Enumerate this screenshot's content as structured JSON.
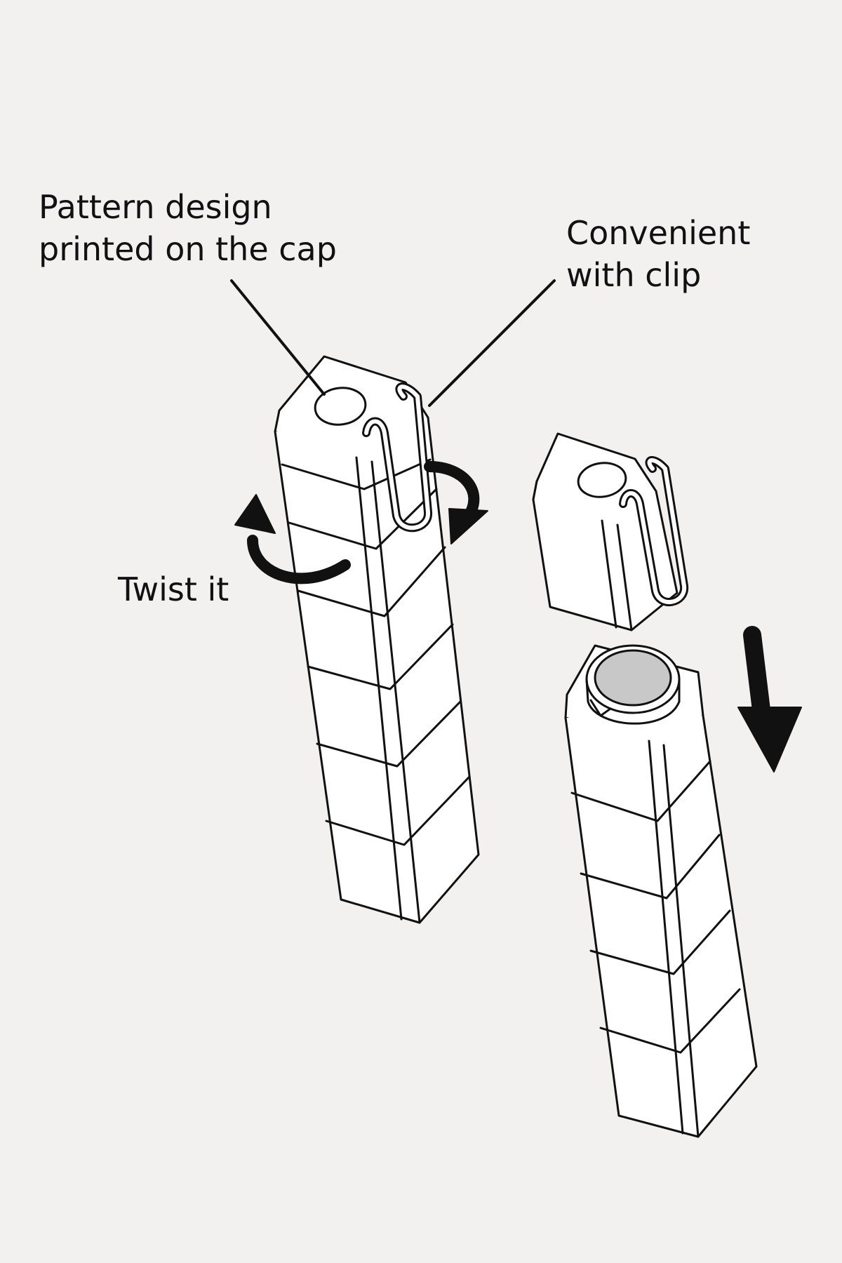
{
  "annotations": {
    "pattern_line1": "Pattern design",
    "pattern_line2": "printed on the cap",
    "clip_line1": "Convenient",
    "clip_line2": "with clip",
    "twist": "Twist it"
  },
  "colors": {
    "background": "#f2f1f0",
    "ink": "#111111",
    "battery": "#c8c8c8"
  }
}
